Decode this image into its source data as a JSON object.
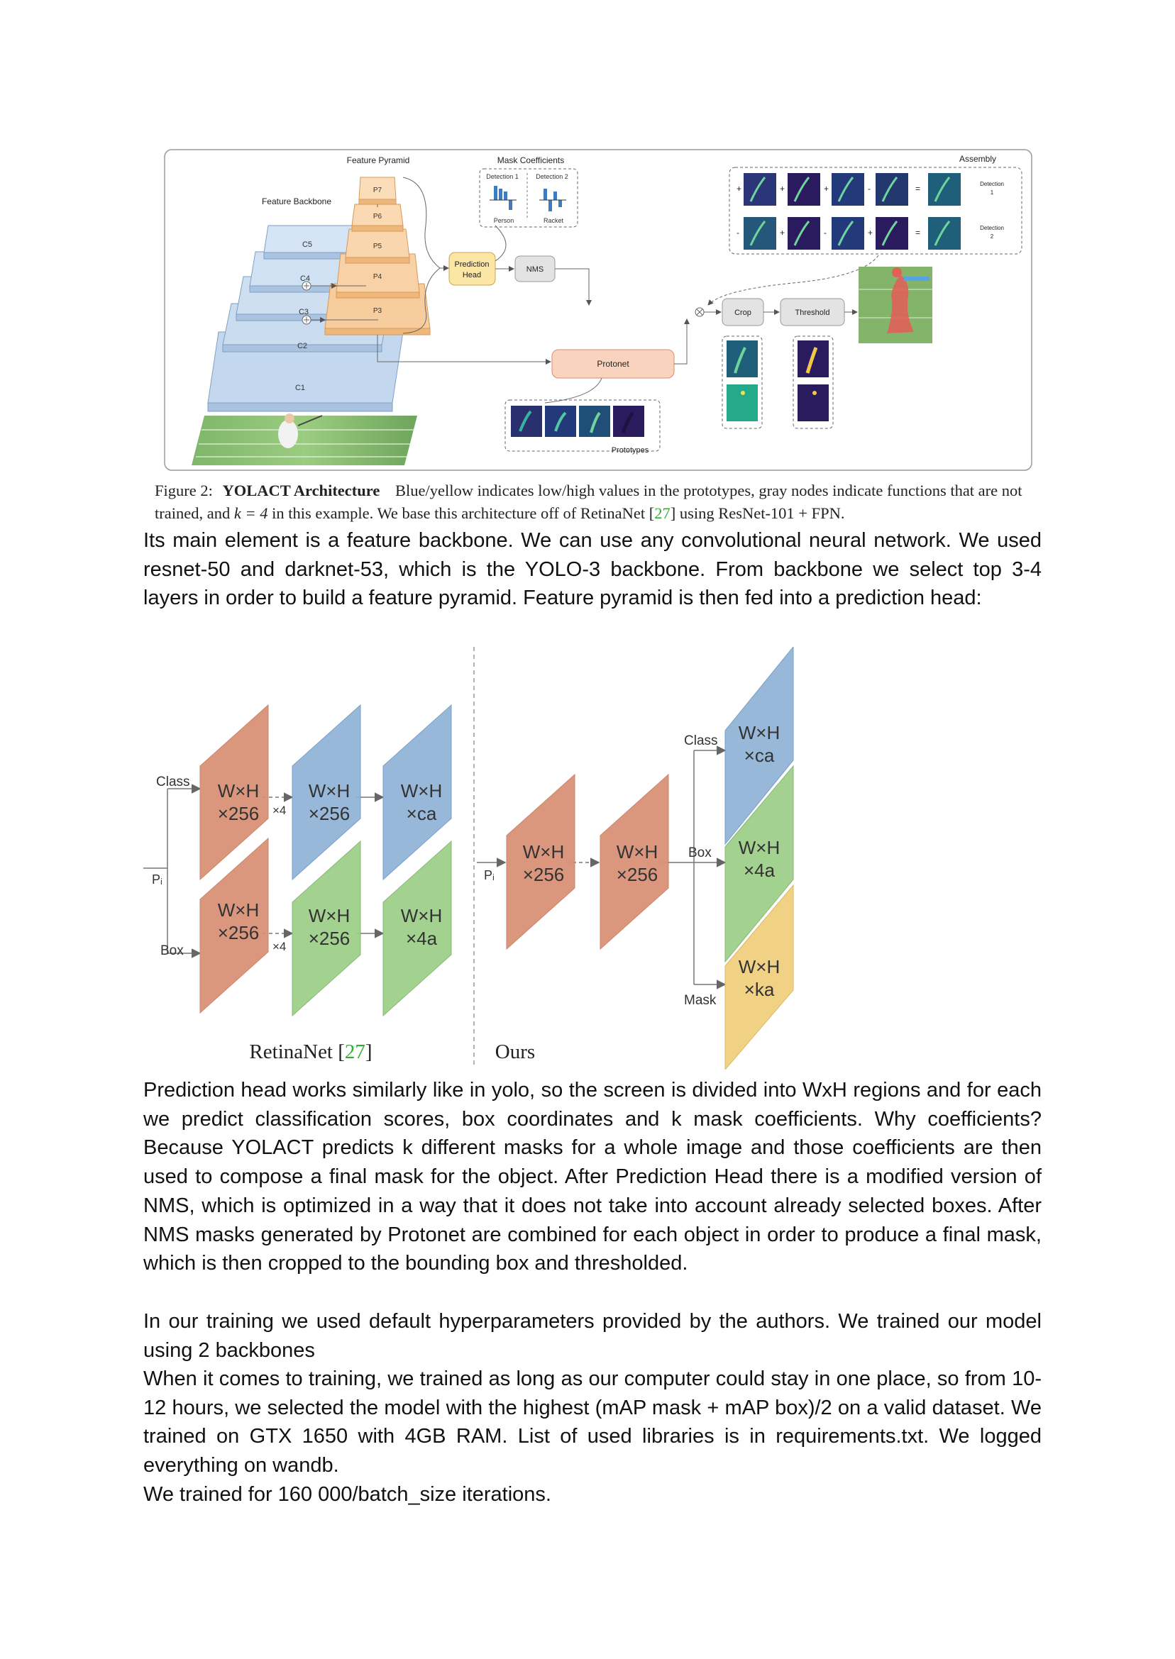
{
  "figure1": {
    "labels": {
      "feature_pyramid": "Feature Pyramid",
      "feature_backbone": "Feature Backbone",
      "mask_coefficients": "Mask Coefficients",
      "assembly": "Assembly",
      "detection1": "Detection 1",
      "detection2": "Detection 2",
      "person": "Person",
      "racket": "Racket",
      "prediction_head_line1": "Prediction",
      "prediction_head_line2": "Head",
      "nms": "NMS",
      "crop": "Crop",
      "threshold": "Threshold",
      "protonet": "Protonet",
      "prototypes": "Prototypes",
      "assembly_det1_line1": "Detection",
      "assembly_det1_line2": "1",
      "assembly_det2_line1": "Detection",
      "assembly_det2_line2": "2"
    },
    "backbone_layers": [
      "C5",
      "C4",
      "C3",
      "C2",
      "C1"
    ],
    "pyramid_layers": [
      "P7",
      "P6",
      "P5",
      "P4",
      "P3"
    ],
    "assembly_ops_row1": [
      "+",
      "+",
      "+",
      "-",
      "="
    ],
    "assembly_ops_row2": [
      "-",
      "+",
      "-",
      "+",
      "="
    ],
    "colors": {
      "backbone": "#c9dcef",
      "pyramid": "#f8cfa0",
      "prediction_head": "#fbe6a6",
      "protonet": "#f9d3bd",
      "gray_node": "#e3e3e3",
      "prototype_dark": "#2a1a5e",
      "prototype_teal": "#24a98a"
    }
  },
  "caption": {
    "label": "Figure 2:",
    "title": "YOLACT Architecture",
    "text1": "Blue/yellow indicates low/high values in the prototypes, gray nodes indicate functions that are not trained, and ",
    "k_eq": "k = 4",
    "text2": " in this example. We base this architecture off of RetinaNet [",
    "ref": "27",
    "text3": "] using ResNet-101 + FPN."
  },
  "paragraphs": {
    "p1": "Its main element is a feature backbone. We can use any convolutional neural network. We used resnet-50 and darknet-53, which is the YOLO-3 backbone. From backbone we select top 3-4 layers in order to build a feature pyramid. Feature pyramid is then fed into a prediction head:",
    "p2": "Prediction head works similarly like in yolo, so the screen is divided into WxH regions and for each we predict classification scores, box coordinates and k mask coefficients. Why coefficients? Because YOLACT predicts k different masks for a whole image and those coefficients are then used to compose a final mask for the object. After Prediction Head there is a modified version of NMS, which is optimized in a way that it does not take into account already selected boxes. After NMS masks generated by Protonet are combined for each object in order to produce a final mask, which is then cropped to the bounding box and thresholded.",
    "p3": "In our training we used default hyperparameters provided by the authors. We trained our model using 2 backbones",
    "p4": "When it comes to training, we trained as long as our computer could stay in one place, so from 10-12 hours, we selected the model with the highest (mAP mask + mAP box)/2 on a valid dataset. We trained on GTX 1650 with 4GB RAM. List of used libraries is in requirements.txt. We logged everything on wandb.",
    "p5": "We trained for 160 000/batch_size iterations."
  },
  "figure2": {
    "retina": {
      "class_label": "Class",
      "box_label": "Box",
      "pi_label": "Pᵢ",
      "x4": "×4",
      "tile_wh": "W×H",
      "tile_256": "×256",
      "tile_ca": "×ca",
      "tile_4a": "×4a"
    },
    "ours": {
      "pi_label": "Pᵢ",
      "class_label": "Class",
      "box_label": "Box",
      "mask_label": "Mask",
      "tile_wh": "W×H",
      "tile_256": "×256",
      "tile_ca": "×ca",
      "tile_4a": "×4a",
      "tile_ka": "×ka"
    },
    "caption_retina": "RetinaNet [",
    "caption_retina_ref": "27",
    "caption_retina_end": "]",
    "caption_ours": "Ours",
    "colors": {
      "orange": "#d98f72",
      "blue": "#8fb3d6",
      "green": "#9ccf87",
      "yellow": "#f0cf7a"
    }
  }
}
